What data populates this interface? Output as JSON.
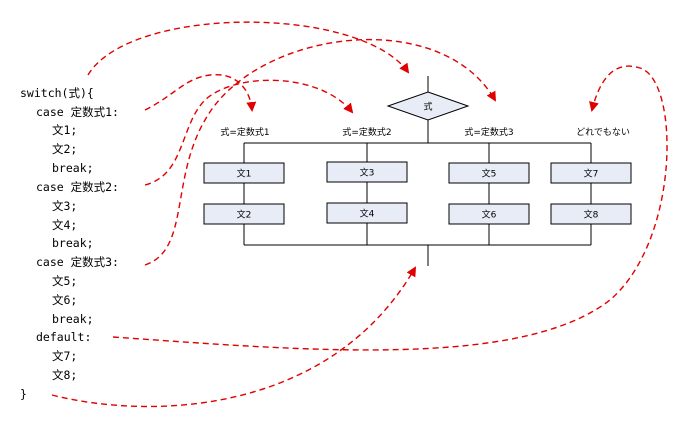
{
  "code": {
    "line_switch": "switch(式){",
    "line_case1": "case 定数式1:",
    "line_stmt1": "文1;",
    "line_stmt2": "文2;",
    "line_break1": "break;",
    "line_case2": "case 定数式2:",
    "line_stmt3": "文3;",
    "line_stmt4": "文4;",
    "line_break2": "break;",
    "line_case3": "case 定数式3:",
    "line_stmt5": "文5;",
    "line_stmt6": "文6;",
    "line_break3": "break;",
    "line_default": "default:",
    "line_stmt7": "文7;",
    "line_stmt8": "文8;",
    "line_close": "}"
  },
  "flowchart": {
    "decision_label": "式",
    "branch1_label": "式=定数式1",
    "branch2_label": "式=定数式2",
    "branch3_label": "式=定数式3",
    "branch4_label": "どれでもない",
    "box1": "文1",
    "box2": "文2",
    "box3": "文3",
    "box4": "文4",
    "box5": "文5",
    "box6": "文6",
    "box7": "文7",
    "box8": "文8"
  },
  "colors": {
    "arrow": "#e00000",
    "box_fill": "#e8ecf6",
    "line": "#000000"
  }
}
